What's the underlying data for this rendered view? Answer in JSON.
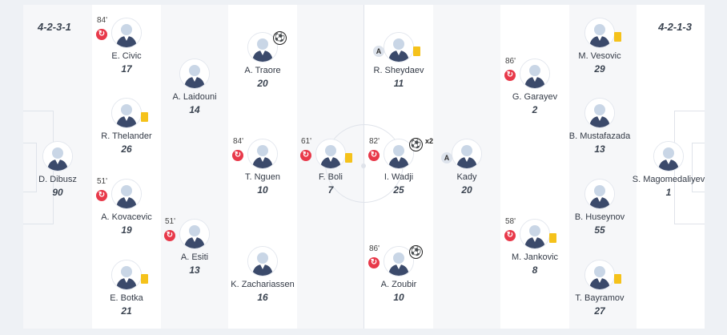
{
  "teams": {
    "home_formation": "4-2-3-1",
    "away_formation": "4-2-1-3"
  },
  "colors": {
    "sub": "#e8394a",
    "yellow_card": "#f5c21b"
  },
  "players": [
    {
      "name": "D. Dibusz",
      "number": "90"
    },
    {
      "name": "E. Civic",
      "number": "17",
      "minute": "84'",
      "sub": true
    },
    {
      "name": "R. Thelander",
      "number": "26",
      "yellow": true
    },
    {
      "name": "A. Kovacevic",
      "number": "19",
      "minute": "51'",
      "sub": true
    },
    {
      "name": "E. Botka",
      "number": "21",
      "yellow": true
    },
    {
      "name": "A. Laidouni",
      "number": "14"
    },
    {
      "name": "A. Esiti",
      "number": "13",
      "minute": "51'",
      "sub": true
    },
    {
      "name": "A. Traore",
      "number": "20",
      "goal": true
    },
    {
      "name": "T. Nguen",
      "number": "10",
      "minute": "84'",
      "sub": true
    },
    {
      "name": "K. Zachariassen",
      "number": "16"
    },
    {
      "name": "F. Boli",
      "number": "7",
      "minute": "61'",
      "sub": true,
      "yellow": true
    },
    {
      "name": "R. Sheydaev",
      "number": "11",
      "captain": "A",
      "yellow": true
    },
    {
      "name": "I. Wadji",
      "number": "25",
      "minute": "82'",
      "sub": true,
      "goal": true,
      "goal_count": "x2"
    },
    {
      "name": "A. Zoubir",
      "number": "10",
      "minute": "86'",
      "sub": true,
      "goal": true
    },
    {
      "name": "Kady",
      "number": "20",
      "captain": "A"
    },
    {
      "name": "G. Garayev",
      "number": "2",
      "minute": "86'",
      "sub": true
    },
    {
      "name": "M. Jankovic",
      "number": "8",
      "minute": "58'",
      "sub": true,
      "yellow": true
    },
    {
      "name": "M. Vesovic",
      "number": "29",
      "yellow": true
    },
    {
      "name": "B. Mustafazada",
      "number": "13"
    },
    {
      "name": "B. Huseynov",
      "number": "55"
    },
    {
      "name": "T. Bayramov",
      "number": "27",
      "yellow": true
    },
    {
      "name": "S. Magomedaliyev",
      "number": "1"
    }
  ]
}
